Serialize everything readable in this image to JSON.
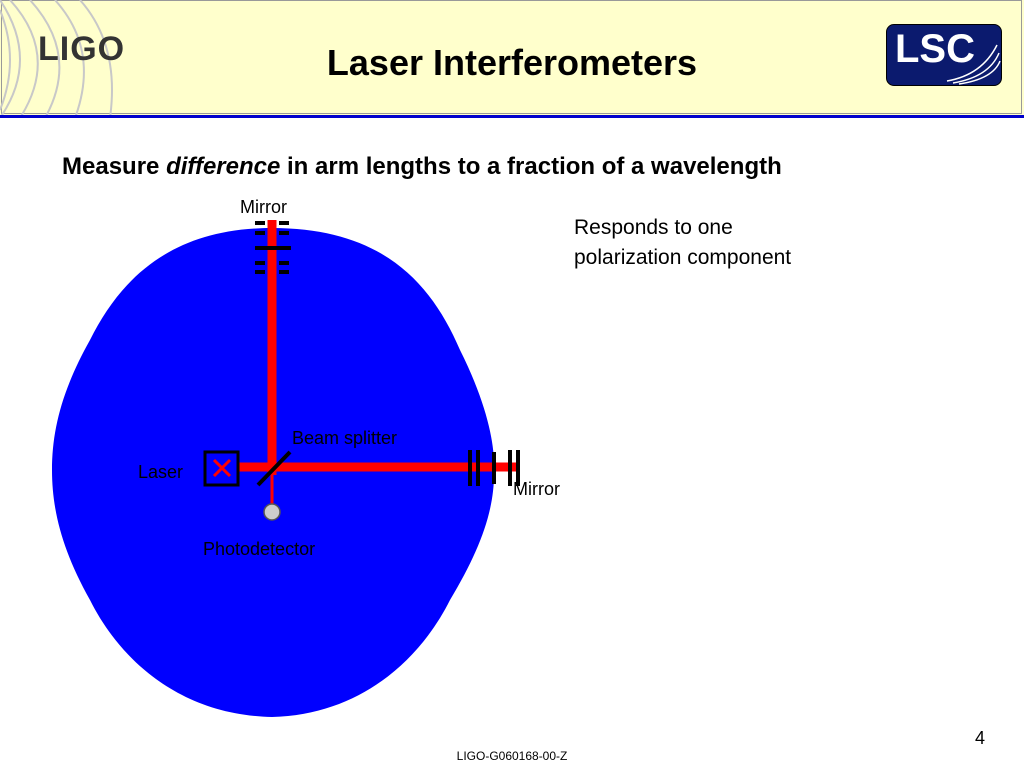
{
  "header": {
    "logo_left": "LIGO",
    "title": "Laser Interferometers",
    "logo_right": "LSC"
  },
  "subtitle": {
    "pre": "Measure ",
    "emphasis": "difference",
    "post": " in arm lengths to a fraction of a wavelength"
  },
  "note": {
    "line1": "Responds to one",
    "line2": "polarization component"
  },
  "diagram": {
    "labels": {
      "mirror_top": "Mirror",
      "mirror_right": "Mirror",
      "beam_splitter": "Beam splitter",
      "laser": "Laser",
      "photodetector": "Photodetector"
    },
    "colors": {
      "blob": "#0000ff",
      "beam": "#ff0000",
      "title_bar": "#ffffcc",
      "rule": "#0000cc"
    }
  },
  "footer": {
    "doc_id": "LIGO-G060168-00-Z",
    "page_number": "4"
  }
}
